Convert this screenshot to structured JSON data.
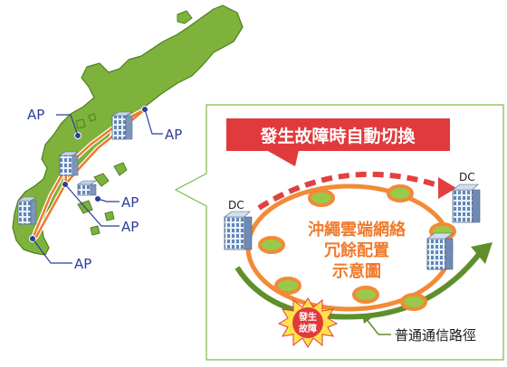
{
  "map": {
    "ap_labels": [
      "AP",
      "AP",
      "AP",
      "AP",
      "AP"
    ]
  },
  "panel": {
    "banner_text": "發生故障時自動切換",
    "dc_left": "DC",
    "dc_right": "DC",
    "ring_title_line1": "沖繩雲端網絡",
    "ring_title_line2": "冗餘配置",
    "ring_title_line3": "示意圖",
    "fault_line1": "發生",
    "fault_line2": "故障",
    "normal_path_label": "普通通信路徑"
  },
  "colors": {
    "map_green": "#7fb23d",
    "map_stroke": "#4d7f1f",
    "link_orange": "#f07a2a",
    "ap_label_blue": "#2a3f9a",
    "panel_border": "#7dbb45",
    "banner_red": "#e13a3c",
    "failover_red": "#e24040",
    "ring_orange": "#f28a37",
    "node_green": "#98c94a",
    "normal_path_green": "#5f8f2c",
    "fault_yellow": "#ffe24a"
  }
}
